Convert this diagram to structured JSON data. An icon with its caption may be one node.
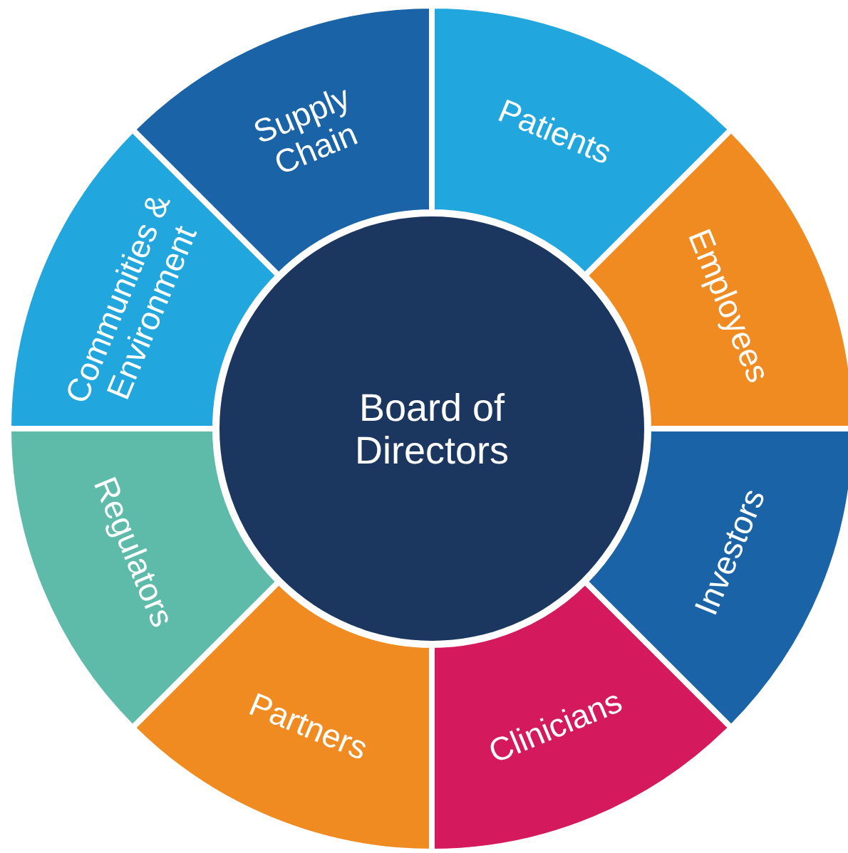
{
  "diagram": {
    "nodes": [
      {
        "text": [
          "Board of Directors"
        ]
      },
      {
        "text": [
          "Supply Chain"
        ]
      },
      {
        "text": [
          "Patients"
        ]
      },
      {
        "text": [
          "Employees"
        ]
      },
      {
        "text": [
          "Investors"
        ]
      },
      {
        "text": [
          "Clinicians"
        ]
      },
      {
        "text": [
          "Partners"
        ]
      },
      {
        "text": [
          "Regulators"
        ]
      },
      {
        "text": [
          "Communities & Environment"
        ]
      }
    ]
  }
}
